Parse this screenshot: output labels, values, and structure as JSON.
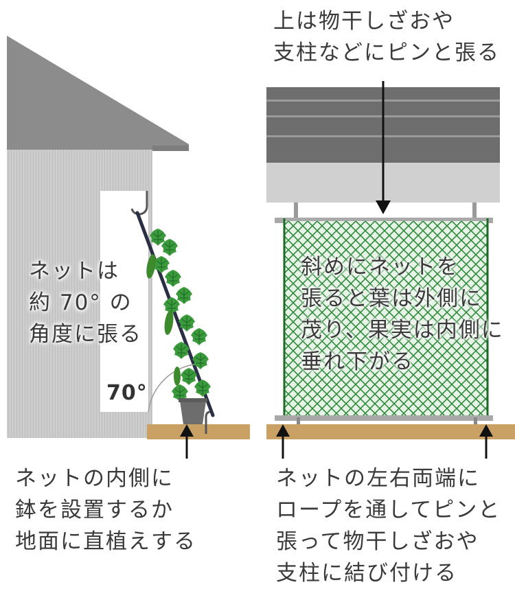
{
  "labels": {
    "top_right": [
      "上は物干しざおや",
      "支柱などにピンと張る"
    ],
    "left_middle": [
      "ネットは",
      "約 70° の",
      "角度に張る"
    ],
    "angle": "70°",
    "net_center": [
      "斜めにネットを",
      "張ると葉は外側に",
      "茂り、果実は内側に",
      "垂れ下がる"
    ],
    "bottom_left": [
      "ネットの内側に",
      "鉢を設置するか",
      "地面に直植えする"
    ],
    "bottom_right": [
      "ネットの左右両端に",
      "ロープを通してピンと",
      "張って物干しざおや",
      "支柱に結び付ける"
    ]
  },
  "colors": {
    "roof": "#8a8a8a",
    "wall": "#c9c9c9",
    "ground": "#c9a164",
    "net": "#2f8a3c",
    "leaf": "#3a9a3c",
    "pot": "#6d6d6d"
  }
}
